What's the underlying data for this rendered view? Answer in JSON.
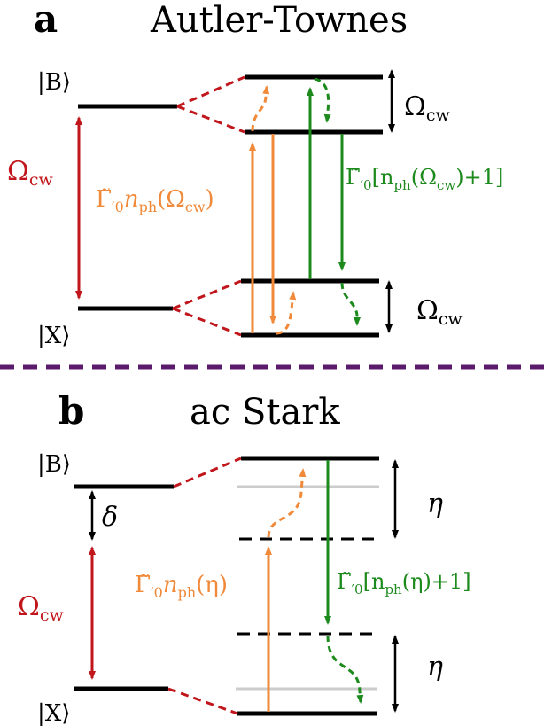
{
  "panel_a": {
    "letter": "a",
    "title": "Autler-Townes",
    "ket_b": "|B⟩",
    "ket_x": "|X⟩",
    "rabi_label": "Ω",
    "rabi_sub": "cw",
    "split_top_label": "Ω",
    "split_top_sub": "cw",
    "split_bottom_label": "Ω",
    "split_bottom_sub": "cw",
    "absorb_label": {
      "g": "Γ̃",
      "prime_sub": "′0",
      "n": "n",
      "ph": "ph",
      "arg": "(Ω",
      "arg_sub": "cw",
      "close": ")"
    },
    "emit_label": {
      "g": "Γ̃",
      "prime_sub": "′0",
      "open": "[n",
      "ph": "ph",
      "arg": "(Ω",
      "arg_sub": "cw",
      "close": ")+1]"
    }
  },
  "panel_b": {
    "letter": "b",
    "title": "ac Stark",
    "ket_b": "|B⟩",
    "ket_x": "|X⟩",
    "delta_label": "δ",
    "rabi_label": "Ω",
    "rabi_sub": "cw",
    "eta_top": "η",
    "eta_bottom": "η",
    "absorb_label": {
      "g": "Γ̃",
      "prime_sub": "′0",
      "n": "n",
      "ph": "ph",
      "arg": "(η)"
    },
    "emit_label": {
      "g": "Γ̃",
      "prime_sub": "′0",
      "open": "[n",
      "ph": "ph",
      "arg": "(η)+1]"
    }
  },
  "colors": {
    "level": "#000000",
    "drive": "#c0161c",
    "absorb": "#f08a3a",
    "emit": "#1d8a1d",
    "ghost": "#cccccc",
    "divider": "#5b1a6b"
  }
}
